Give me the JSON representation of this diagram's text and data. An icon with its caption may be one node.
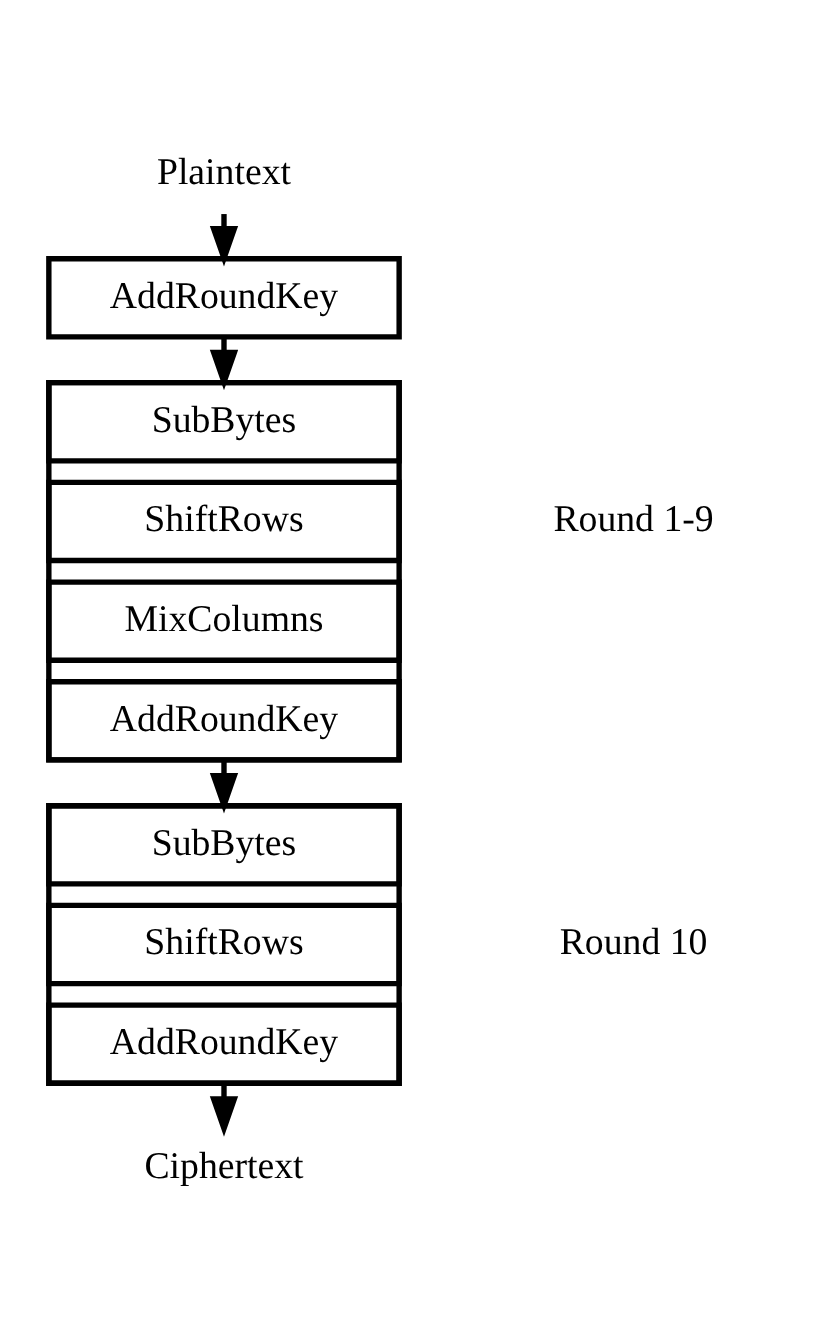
{
  "diagram": {
    "nodes": [
      {
        "text": [
          "Plaintext"
        ]
      },
      {
        "text": [
          "AddRoundKey"
        ]
      },
      {
        "text": [],
        "shape": "box"
      },
      {
        "text": [
          "SubBytes"
        ],
        "in": 2
      },
      {
        "text": [
          "ShiftRows"
        ],
        "in": 2
      },
      {
        "text": [
          "MixColumns"
        ],
        "in": 2
      },
      {
        "text": [
          "AddRoundKey"
        ],
        "in": 2
      },
      {
        "text": [],
        "shape": "box"
      },
      {
        "text": [
          "SubBytes"
        ],
        "in": 7
      },
      {
        "text": [
          "ShiftRows"
        ],
        "in": 7
      },
      {
        "text": [
          "AddRoundKey"
        ],
        "in": 7
      },
      {
        "text": [
          "Ciphertext"
        ]
      }
    ],
    "edges": [
      {
        "from": 0,
        "to": 1,
        "arrow": "to"
      },
      {
        "from": 1,
        "to": 2,
        "arrow": "to"
      },
      {
        "from": 2,
        "to": 7,
        "arrow": "to"
      },
      {
        "from": 7,
        "to": 11,
        "arrow": "to"
      }
    ],
    "labels": [
      "Round 1-9",
      "Round 10"
    ]
  }
}
